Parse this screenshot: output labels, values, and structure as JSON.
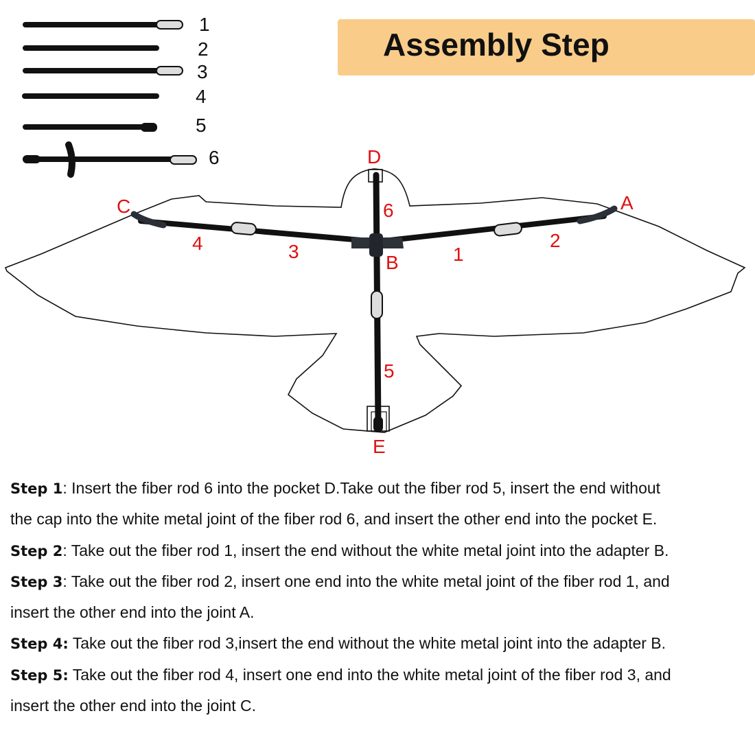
{
  "title": "Assembly Step",
  "rod_numbers": [
    "1",
    "2",
    "3",
    "4",
    "5",
    "6"
  ],
  "points": {
    "A": "A",
    "B": "B",
    "C": "C",
    "D": "D",
    "E": "E"
  },
  "rod_labels": {
    "r1": "1",
    "r2": "2",
    "r3": "3",
    "r4": "4",
    "r5": "5",
    "r6": "6"
  },
  "steps": [
    {
      "head": "Step 1",
      "text": ": Insert the fiber rod 6 into the pocket D.Take out the fiber rod 5, insert the end without"
    },
    {
      "head": "",
      "text": " the cap into the white metal joint of the fiber rod 6, and insert the other end into the pocket E."
    },
    {
      "head": "Step 2",
      "text": ": Take out the fiber rod 1, insert the end without the white metal joint into the adapter B."
    },
    {
      "head": "Step 3",
      "text": ": Take out the fiber rod 2, insert one end into the white metal joint of the fiber rod 1, and"
    },
    {
      "head": "",
      "text": "insert the other end into the joint A."
    },
    {
      "head": "Step 4:",
      "text": " Take out the fiber rod 3,insert the end without the white metal joint into the adapter B."
    },
    {
      "head": "Step 5:",
      "text": " Take out the fiber rod 4, insert one end into the white metal joint of the fiber rod 3, and"
    },
    {
      "head": "",
      "text": "insert the other end into the joint C."
    }
  ]
}
